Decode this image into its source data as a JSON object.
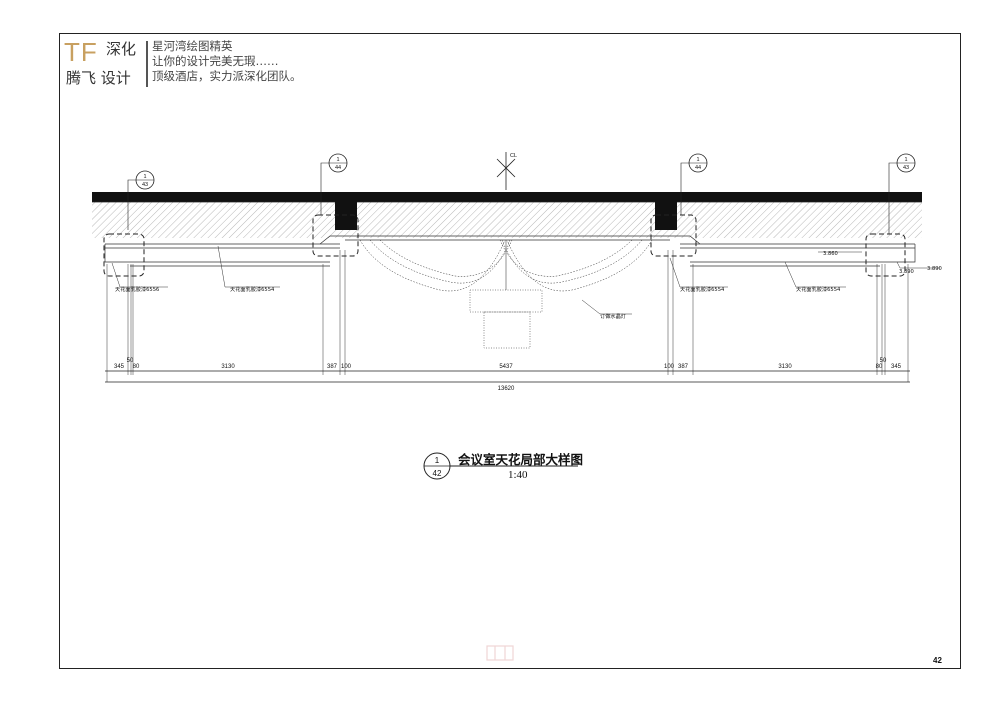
{
  "logo": {
    "mark": "TF",
    "line1": "深化",
    "line2": "腾飞 设计",
    "brand_color": "#c8a060"
  },
  "slogan": {
    "line1": "星河湾绘图精英",
    "line2": "让你的设计完美无瑕……",
    "line3": "顶级酒店，实力派深化团队。"
  },
  "drawing": {
    "title": "会议室天花局部大样图",
    "scale": "1:40",
    "callout_main": {
      "num": "1",
      "sheet": "42"
    },
    "section_markers": [
      {
        "num": "1",
        "sheet": "43"
      },
      {
        "num": "1",
        "sheet": "44"
      },
      {
        "num": "1",
        "sheet": "44"
      },
      {
        "num": "1",
        "sheet": "43"
      }
    ],
    "centerline": "CL",
    "labels": {
      "left_outer": "天花面乳胶漆6556",
      "left_inner": "天花面乳胶漆6554",
      "right_inner": "天花面乳胶漆6554",
      "right_outer": "天花面乳胶漆6554",
      "chandelier": "订做水晶灯",
      "level_upper": "3.860",
      "level_lower": "3.890",
      "level_right": "3.890"
    },
    "dimensions_top": [
      "345",
      "50",
      "80",
      "3130",
      "387",
      "100",
      "5437",
      "100",
      "387",
      "3130",
      "80",
      "50",
      "345"
    ],
    "dimension_total": "13620"
  },
  "page_number": "42"
}
